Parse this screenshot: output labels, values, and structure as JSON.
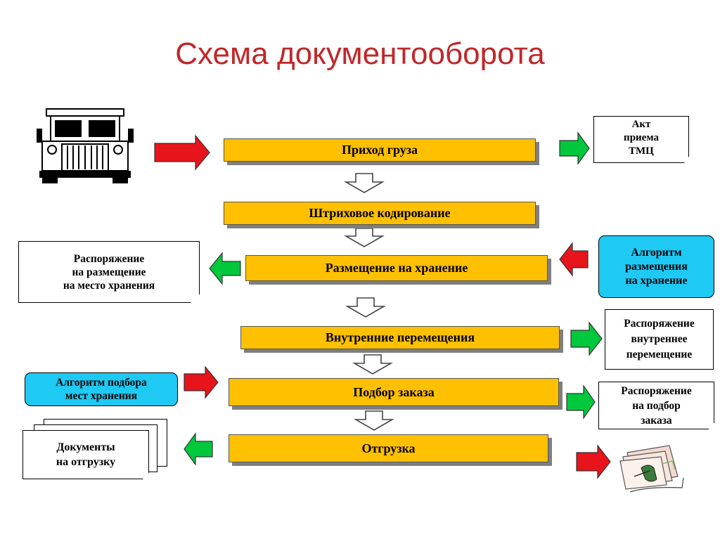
{
  "title": "Схема документооборота",
  "steps": [
    "Приход груза",
    "Штриховое кодирование",
    "Размещение на хранение",
    "Внутренние перемещения",
    "Подбор заказа",
    "Отгрузка"
  ],
  "notes": {
    "act_receipt": [
      "Акт",
      "приема",
      "ТМЦ"
    ],
    "placement_order": [
      "Распоряжение",
      "на размещение",
      "на место хранения"
    ],
    "placement_algorithm": [
      "Алгоритм",
      "размещения",
      "на хранение"
    ],
    "internal_move_order": [
      "Распоряжение",
      "внутреннее",
      "перемещение"
    ],
    "picking_algorithm": [
      "Алгоритм подбора",
      "мест хранения"
    ],
    "picking_order": [
      "Распоряжение",
      "на подбор",
      "заказа"
    ],
    "shipping_docs": [
      "Документы",
      "на отгрузку"
    ]
  },
  "icons": {
    "truck": "truck-icon",
    "papers": "papers-icon"
  },
  "colors": {
    "title": "#c0282a",
    "step_fill": "#ffc000",
    "algorithm_fill": "#1ec9f3",
    "arrow_in": "#e8141b",
    "arrow_out": "#00c83c"
  }
}
